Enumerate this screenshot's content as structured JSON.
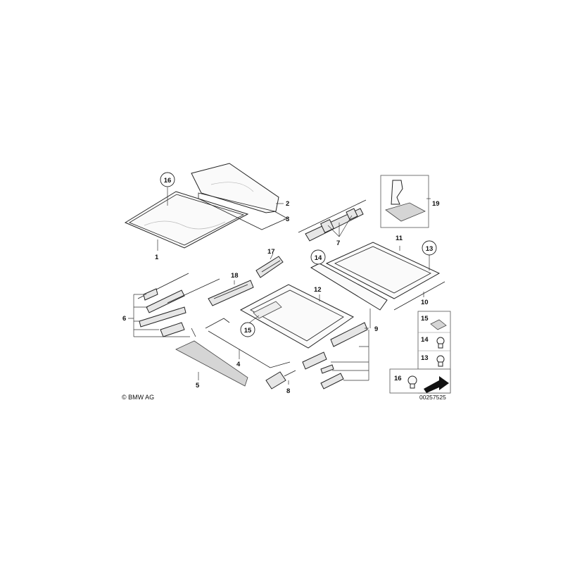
{
  "diagram": {
    "callouts": [
      "1",
      "2",
      "3",
      "4",
      "5",
      "6",
      "7",
      "8",
      "9",
      "10",
      "11",
      "12",
      "13",
      "14",
      "15",
      "16",
      "17",
      "18",
      "19"
    ],
    "circled_callouts": [
      "16",
      "14",
      "13",
      "15"
    ],
    "legend_items": [
      {
        "number": "15",
        "icon": "sticker-pad-icon"
      },
      {
        "number": "14",
        "icon": "screw-icon"
      },
      {
        "number": "13",
        "icon": "screw-icon"
      },
      {
        "number": "16",
        "icon": "rivet-icon"
      }
    ],
    "copyright": "© BMW AG",
    "drawing_number": "00257525"
  }
}
